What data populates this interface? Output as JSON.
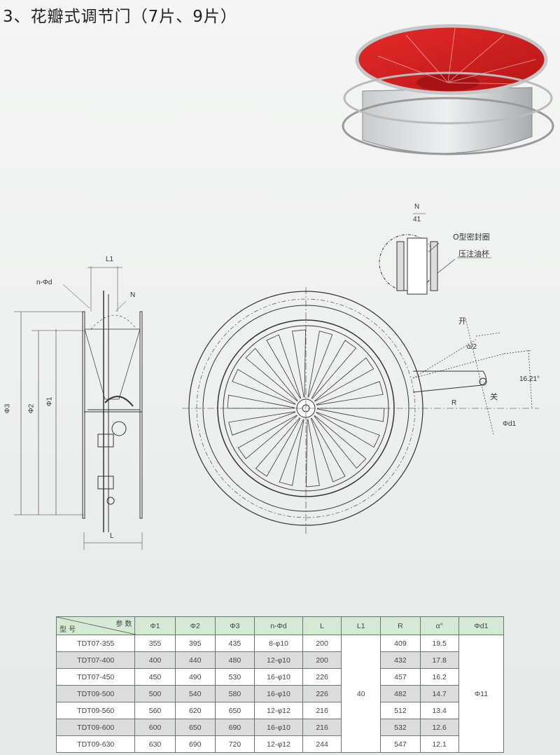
{
  "title": "3、花瓣式调节门（7片、9片）",
  "side_view": {
    "L1": "L1",
    "n_phid": "n-Φd",
    "N": "N",
    "phi3": "Φ3",
    "phi2": "Φ2",
    "phi1": "Φ1",
    "L": "L"
  },
  "detail": {
    "N": "N",
    "ratio": "41",
    "o_ring": "O型密封圈",
    "oil_cup": "压注油杯"
  },
  "front_view": {
    "open": "开",
    "close": "关",
    "half_alpha": "α/2",
    "angle": "16.21°",
    "R": "R",
    "phid1": "Φd1"
  },
  "table": {
    "corner_param": "参 数",
    "corner_model": "型 号",
    "headers": [
      "Φ1",
      "Φ2",
      "Φ3",
      "n-Φd",
      "L",
      "L1",
      "R",
      "α°",
      "Φd1"
    ],
    "L1_merged": "40",
    "phid1_merged": "Φ11",
    "rows": [
      {
        "model": "TDT07-355",
        "phi1": "355",
        "phi2": "395",
        "phi3": "435",
        "nphid": "8-φ10",
        "L": "200",
        "R": "409",
        "alpha": "19.5"
      },
      {
        "model": "TDT07-400",
        "phi1": "400",
        "phi2": "440",
        "phi3": "480",
        "nphid": "12-φ10",
        "L": "200",
        "R": "432",
        "alpha": "17.8"
      },
      {
        "model": "TDT07-450",
        "phi1": "450",
        "phi2": "490",
        "phi3": "530",
        "nphid": "16-φ10",
        "L": "226",
        "R": "457",
        "alpha": "16.2"
      },
      {
        "model": "TDT09-500",
        "phi1": "500",
        "phi2": "540",
        "phi3": "580",
        "nphid": "16-φ10",
        "L": "226",
        "R": "482",
        "alpha": "14.7"
      },
      {
        "model": "TDT09-560",
        "phi1": "560",
        "phi2": "620",
        "phi3": "650",
        "nphid": "12-φ12",
        "L": "216",
        "R": "512",
        "alpha": "13.4"
      },
      {
        "model": "TDT09-600",
        "phi1": "600",
        "phi2": "650",
        "phi3": "690",
        "nphid": "16-φ10",
        "L": "216",
        "R": "532",
        "alpha": "12.6"
      },
      {
        "model": "TDT09-630",
        "phi1": "630",
        "phi2": "690",
        "phi3": "720",
        "nphid": "12-φ12",
        "L": "244",
        "R": "547",
        "alpha": "12.1"
      }
    ]
  }
}
